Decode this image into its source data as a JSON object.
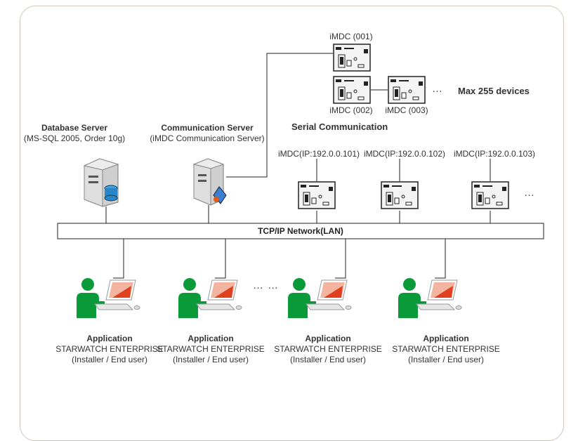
{
  "imdc_serial": [
    "iMDC (001)",
    "iMDC (002)",
    "iMDC (003)"
  ],
  "max_devices": "Max 255 devices",
  "serial_comm": "Serial Communication",
  "db_server": {
    "title": "Database Server",
    "subtitle": "(MS-SQL 2005, Order 10g)"
  },
  "comm_server": {
    "title": "Communication Server",
    "subtitle": "(iMDC Communication Server)"
  },
  "ip_devices": [
    "iMDC(IP:192.0.0.101)",
    "iMDC(IP:192.0.0.102)",
    "iMDC(IP:192.0.0.103)"
  ],
  "network": "TCP/IP Network(LAN)",
  "ellipsis": "…",
  "ellipsis_small": "…  …",
  "app": {
    "title": "Application",
    "product": "STARWATCH ENTERPRISE",
    "role": "(Installer / End user)"
  },
  "colors": {
    "border": "#cfc8b8",
    "user_green": "#0a9a3a",
    "screen_red": "#e04020"
  }
}
